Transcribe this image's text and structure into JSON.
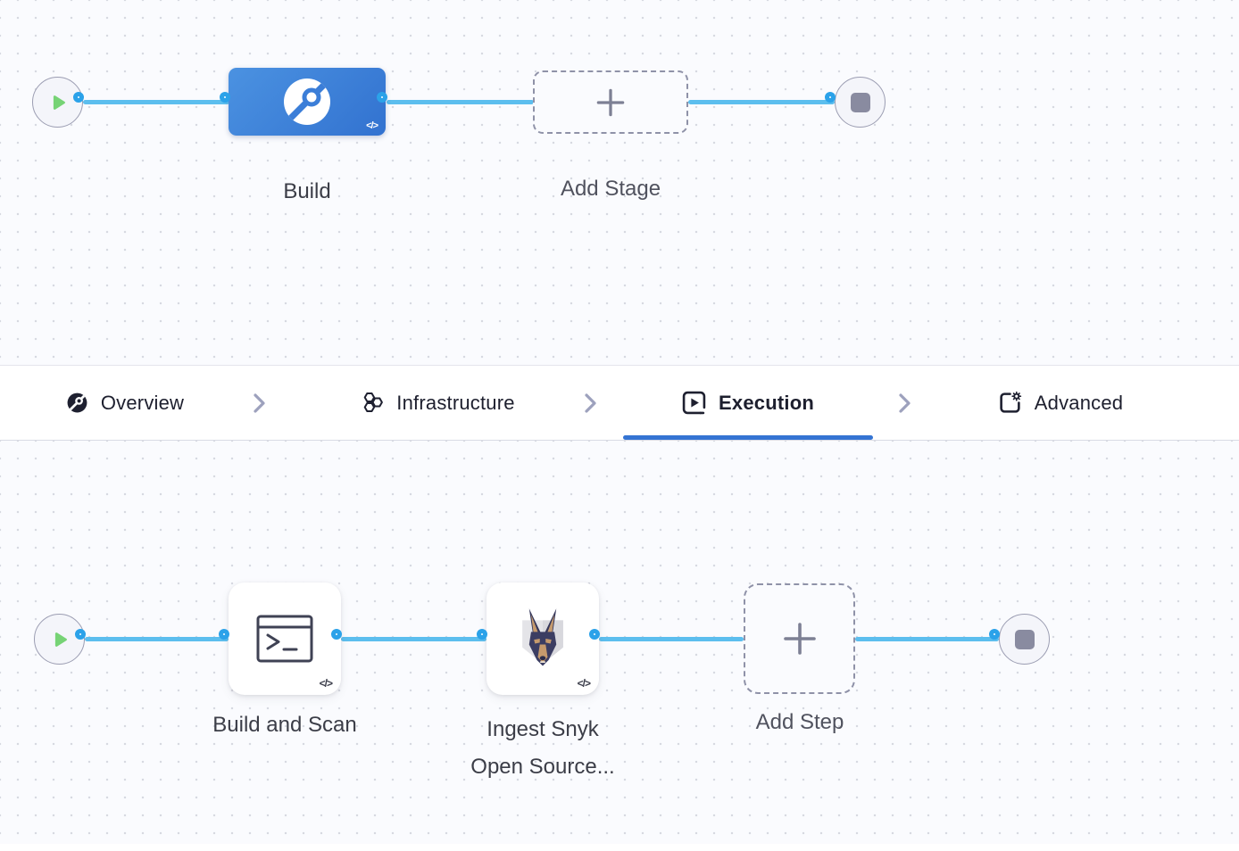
{
  "pipeline_editor": {
    "stage_flow": {
      "build_stage": {
        "label": "Build",
        "code_badge": "</>"
      },
      "add_stage": {
        "label": "Add Stage"
      }
    },
    "step_flow": {
      "build_and_scan_step": {
        "label": "Build and Scan",
        "code_badge": "</>"
      },
      "ingest_snyk_step": {
        "label_line1": "Ingest Snyk",
        "label_line2": "Open Source...",
        "code_badge": "</>"
      },
      "add_step": {
        "label": "Add Step"
      }
    }
  },
  "tab_bar": {
    "tabs": [
      {
        "id": "overview",
        "label": "Overview",
        "icon": "overview-icon",
        "active": false
      },
      {
        "id": "infrastructure",
        "label": "Infrastructure",
        "icon": "infrastructure-icon",
        "active": false
      },
      {
        "id": "execution",
        "label": "Execution",
        "icon": "execution-icon",
        "active": true
      },
      {
        "id": "advanced",
        "label": "Advanced",
        "icon": "advanced-icon",
        "active": false
      }
    ]
  },
  "icons": {
    "plus_icon": "+",
    "play_icon": "start-pipeline",
    "stop_icon": "end-pipeline",
    "code_icon": "</>",
    "chevron_right_icon": "›"
  },
  "colors": {
    "canvas_background": "#fafbfe",
    "grid_dot": "#d7d9e1",
    "flow_line_blue": "#5cbeee",
    "connector_ring_blue": "#2ba2e9",
    "stage_blue_gradient_start": "#4b92e1",
    "stage_blue_gradient_end": "#3272d0",
    "active_tab_underline": "#3474d3",
    "play_green": "#76d375",
    "stop_gray": "#898ba0",
    "snyk_navy": "#34365a",
    "snyk_tan": "#c59a6d"
  }
}
